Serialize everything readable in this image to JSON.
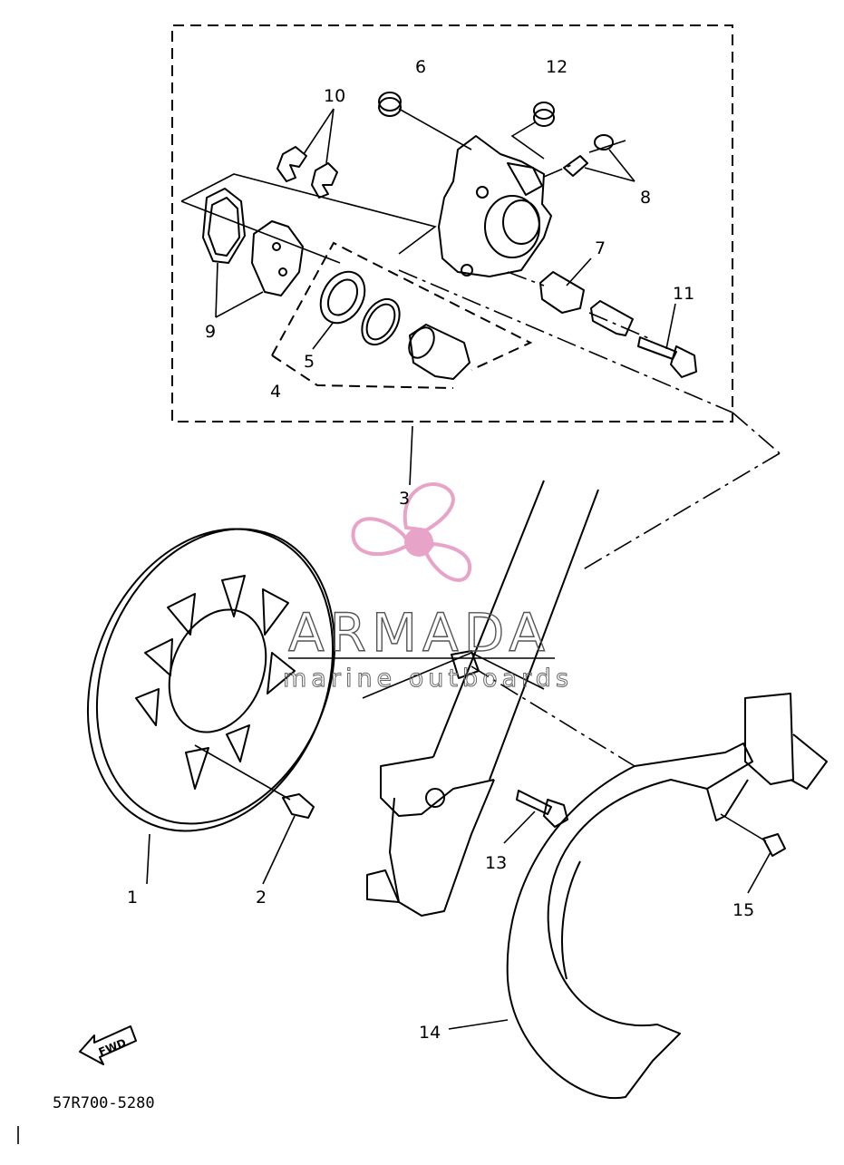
{
  "watermark": {
    "brand": "ARMADA",
    "tagline": "marine outboards",
    "logo_color": "#e8a3c9",
    "hub_color": "#e8a3c9"
  },
  "diagram_code": "57R700-5280",
  "fwd_label": "FWD",
  "callouts": [
    {
      "id": "c1",
      "text": "1"
    },
    {
      "id": "c2",
      "text": "2"
    },
    {
      "id": "c3",
      "text": "3"
    },
    {
      "id": "c4",
      "text": "4"
    },
    {
      "id": "c5",
      "text": "5"
    },
    {
      "id": "c6",
      "text": "6"
    },
    {
      "id": "c7",
      "text": "7"
    },
    {
      "id": "c8",
      "text": "8"
    },
    {
      "id": "c9",
      "text": "9"
    },
    {
      "id": "c10",
      "text": "10"
    },
    {
      "id": "c11",
      "text": "11"
    },
    {
      "id": "c12",
      "text": "12"
    },
    {
      "id": "c13",
      "text": "13"
    },
    {
      "id": "c14",
      "text": "14"
    },
    {
      "id": "c15",
      "text": "15"
    }
  ]
}
